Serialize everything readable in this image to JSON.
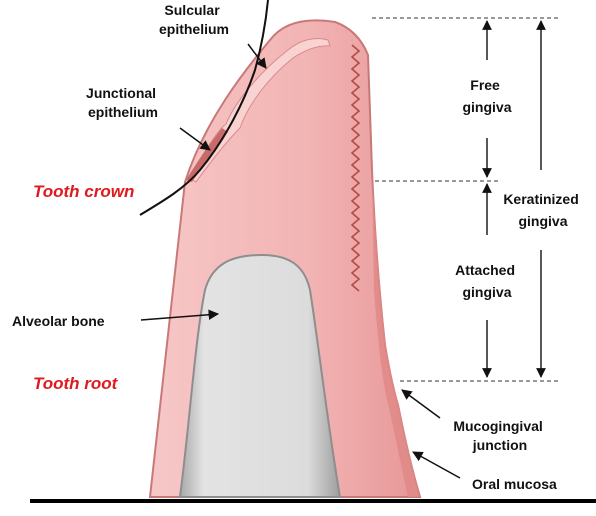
{
  "colors": {
    "gingiva_light": "#f3b8b8",
    "gingiva_mid": "#ee9e9e",
    "gingiva_dark": "#c96a6a",
    "mucosa": "#e38a8a",
    "bone_fill": "#d6d6d6",
    "bone_edge": "#8e8e8e",
    "red_label": "#e0191f",
    "line": "#111111"
  },
  "labels": {
    "sulcular_epithelium": [
      "Sulcular",
      "epithelium"
    ],
    "junctional_epithelium": [
      "Junctional",
      "epithelium"
    ],
    "tooth_crown": "Tooth crown",
    "tooth_root": "Tooth root",
    "alveolar_bone": "Alveolar bone",
    "free_gingiva": [
      "Free",
      "gingiva"
    ],
    "attached_gingiva": [
      "Attached",
      "gingiva"
    ],
    "keratinized_gingiva": [
      "Keratinized",
      "gingiva"
    ],
    "mucogingival_junction": [
      "Mucogingival",
      "junction"
    ],
    "oral_mucosa": "Oral mucosa"
  }
}
